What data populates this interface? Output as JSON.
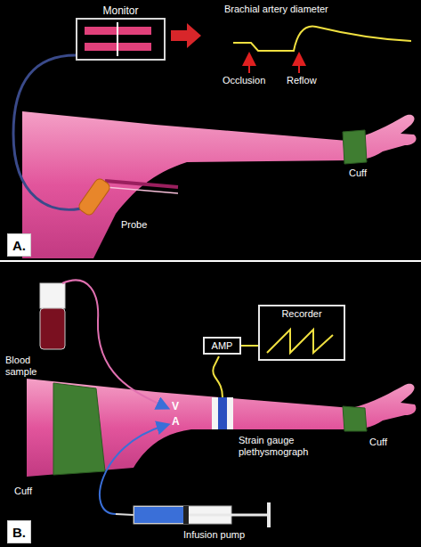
{
  "diagram": {
    "nodes": [
      {
        "text": [
          "Monitor"
        ]
      },
      {
        "text": [
          "A."
        ]
      },
      {
        "text": [
          "AMP"
        ]
      },
      {
        "text": [
          "Recorder"
        ]
      },
      {
        "text": [
          "B."
        ]
      }
    ],
    "edges": [
      {
        "from": 2,
        "to": 3,
        "arrow": "none"
      }
    ],
    "labels": [
      "Brachial artery diameter",
      "Occlusion",
      "Reflow",
      "Probe",
      "Cuff",
      "Blood sample",
      "V",
      "A",
      "Strain gauge plethysmograph",
      "Cuff",
      "Cuff",
      "Infusion pump"
    ]
  }
}
